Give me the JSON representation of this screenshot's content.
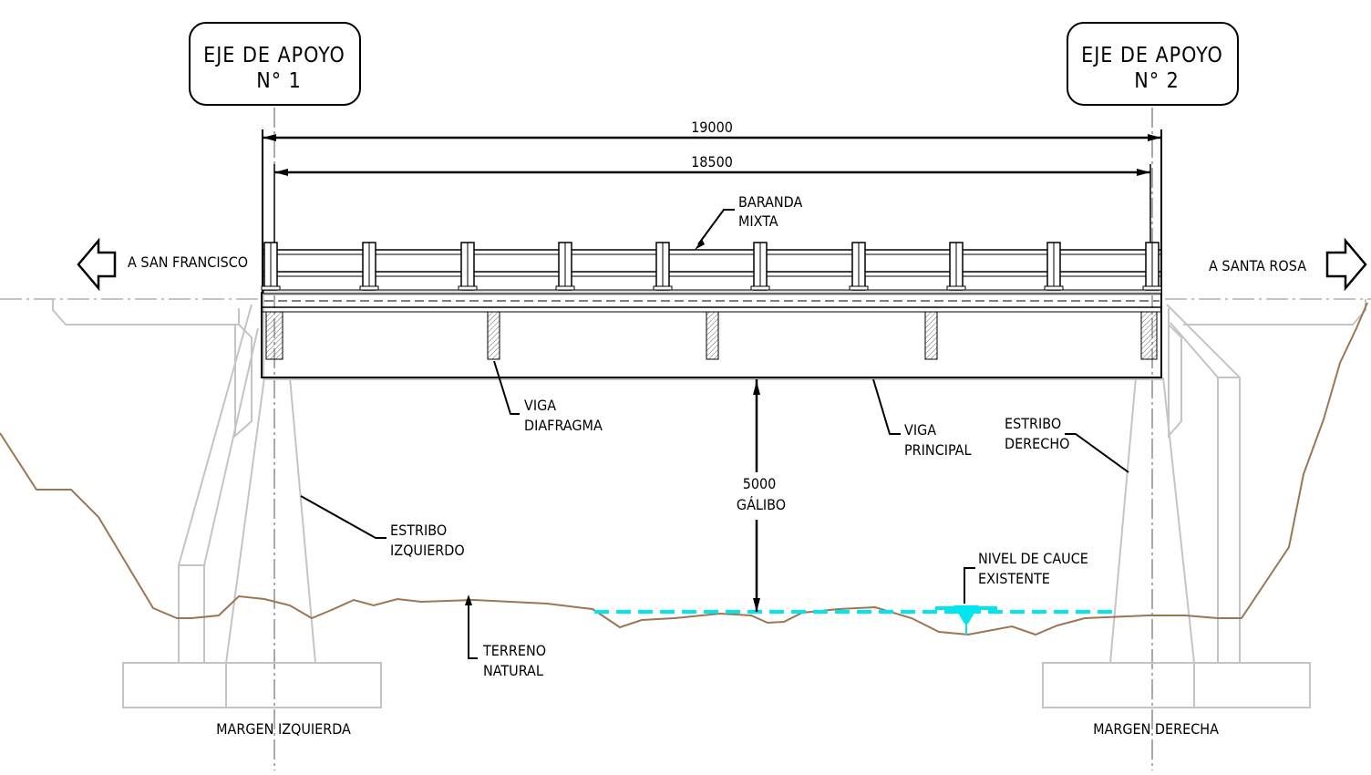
{
  "axes": {
    "left": {
      "line1": "EJE DE APOYO",
      "line2": "N° 1"
    },
    "right": {
      "line1": "EJE DE APOYO",
      "line2": "N° 2"
    }
  },
  "dimensions": {
    "overall": "19000",
    "span": "18500",
    "clearance_value": "5000",
    "clearance_label": "GÁLIBO"
  },
  "directions": {
    "left": "A SAN FRANCISCO",
    "right": "A SANTA ROSA"
  },
  "labels": {
    "railing": {
      "line1": "BARANDA",
      "line2": "MIXTA"
    },
    "diaphragm": {
      "line1": "VIGA",
      "line2": "DIAFRAGMA"
    },
    "main_beam": {
      "line1": "VIGA",
      "line2": "PRINCIPAL"
    },
    "right_abutment": {
      "line1": "ESTRIBO",
      "line2": "DERECHO"
    },
    "left_abutment": {
      "line1": "ESTRIBO",
      "line2": "IZQUIERDO"
    },
    "water_level": {
      "line1": "NIVEL DE CAUCE",
      "line2": "EXISTENTE"
    },
    "terrain": {
      "line1": "TERRENO",
      "line2": "NATURAL"
    },
    "left_bank": "MARGEN IZQUIERDA",
    "right_bank": "MARGEN DERECHA"
  },
  "colors": {
    "terrain": "#9b7653",
    "water": "#00e5ee",
    "ghost": "#c4c4c4"
  }
}
